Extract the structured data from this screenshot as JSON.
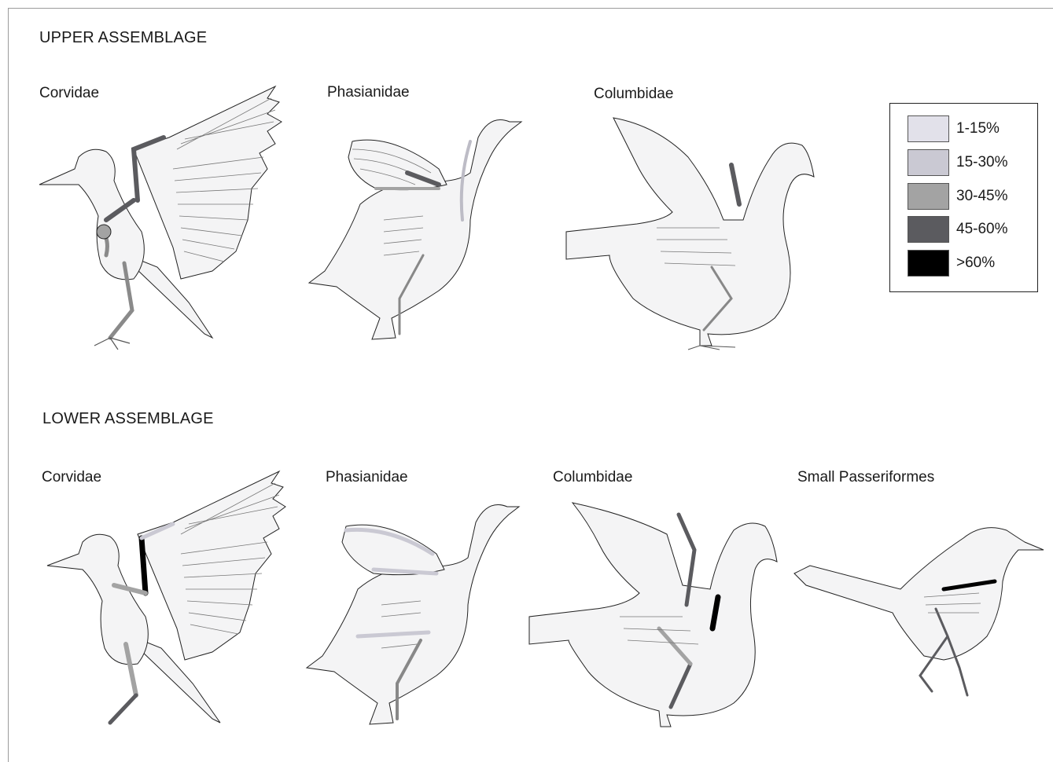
{
  "sections": {
    "upper": {
      "title": "UPPER ASSEMBLAGE",
      "taxa": {
        "corvidae": "Corvidae",
        "phasianidae": "Phasianidae",
        "columbidae": "Columbidae"
      }
    },
    "lower": {
      "title": "LOWER ASSEMBLAGE",
      "taxa": {
        "corvidae": "Corvidae",
        "phasianidae": "Phasianidae",
        "columbidae": "Columbidae",
        "passeriformes": "Small Passeriformes"
      }
    }
  },
  "legend": {
    "items": [
      {
        "label": "1-15%",
        "color": "#e2e1ea"
      },
      {
        "label": "15-30%",
        "color": "#cac9d3"
      },
      {
        "label": "30-45%",
        "color": "#a3a3a3"
      },
      {
        "label": "45-60%",
        "color": "#5b5b5f"
      },
      {
        "label": ">60%",
        "color": "#000000"
      }
    ]
  }
}
